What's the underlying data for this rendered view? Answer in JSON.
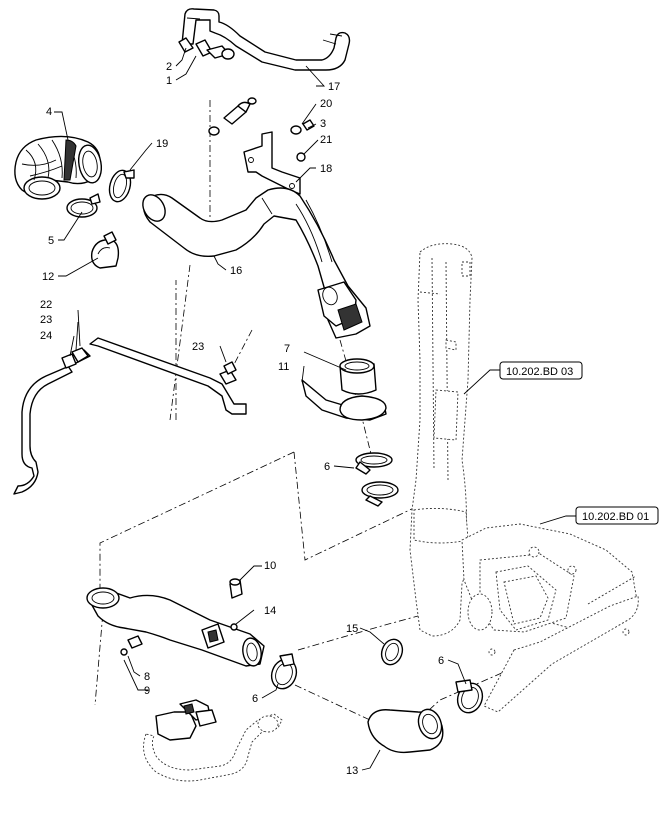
{
  "callouts": [
    {
      "id": "c1",
      "text": "1"
    },
    {
      "id": "c2",
      "text": "2"
    },
    {
      "id": "c3",
      "text": "3"
    },
    {
      "id": "c4",
      "text": "4"
    },
    {
      "id": "c5",
      "text": "5"
    },
    {
      "id": "c6a",
      "text": "6"
    },
    {
      "id": "c6b",
      "text": "6"
    },
    {
      "id": "c6c",
      "text": "6"
    },
    {
      "id": "c7",
      "text": "7"
    },
    {
      "id": "c8",
      "text": "8"
    },
    {
      "id": "c9",
      "text": "9"
    },
    {
      "id": "c10",
      "text": "10"
    },
    {
      "id": "c11",
      "text": "11"
    },
    {
      "id": "c12",
      "text": "12"
    },
    {
      "id": "c13",
      "text": "13"
    },
    {
      "id": "c14",
      "text": "14"
    },
    {
      "id": "c15",
      "text": "15"
    },
    {
      "id": "c16",
      "text": "16"
    },
    {
      "id": "c17",
      "text": "17"
    },
    {
      "id": "c18",
      "text": "18"
    },
    {
      "id": "c19",
      "text": "19"
    },
    {
      "id": "c20",
      "text": "20"
    },
    {
      "id": "c21",
      "text": "21"
    },
    {
      "id": "c22",
      "text": "22"
    },
    {
      "id": "c23a",
      "text": "23"
    },
    {
      "id": "c23b",
      "text": "23"
    },
    {
      "id": "c24",
      "text": "24"
    }
  ],
  "references": [
    {
      "id": "ref-bd03",
      "text": "10.202.BD 03"
    },
    {
      "id": "ref-bd01",
      "text": "10.202.BD 01"
    }
  ]
}
